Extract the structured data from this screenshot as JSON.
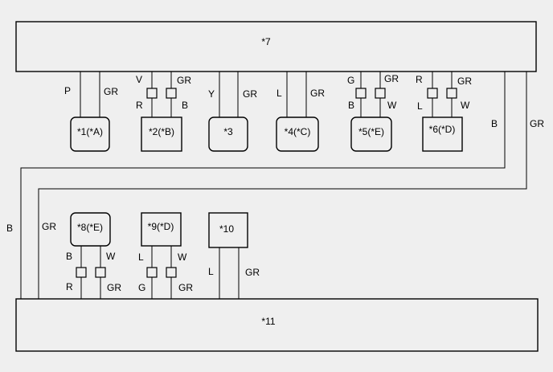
{
  "blocks": {
    "top": "*7",
    "bottom": "*11"
  },
  "components": [
    {
      "id": "c1",
      "label": "*1(*A)"
    },
    {
      "id": "c2",
      "label": "*2(*B)"
    },
    {
      "id": "c3",
      "label": "*3"
    },
    {
      "id": "c4",
      "label": "*4(*C)"
    },
    {
      "id": "c5",
      "label": "*5(*E)"
    },
    {
      "id": "c6",
      "label": "*6(*D)"
    },
    {
      "id": "c8",
      "label": "*8(*E)"
    },
    {
      "id": "c9",
      "label": "*9(*D)"
    },
    {
      "id": "c10",
      "label": "*10"
    }
  ],
  "wires": {
    "c1": {
      "left": "P",
      "right": "GR"
    },
    "c2": {
      "left_top": "V",
      "right_top": "GR",
      "left_bottom": "R",
      "right_bottom": "B"
    },
    "c3": {
      "left": "Y",
      "right": "GR"
    },
    "c4": {
      "left": "L",
      "right": "GR"
    },
    "c5": {
      "left_top": "G",
      "right_top": "GR",
      "left_bottom": "B",
      "right_bottom": "W"
    },
    "c6": {
      "left_top": "R",
      "right_top": "GR",
      "left_bottom": "L",
      "right_bottom": "W"
    },
    "c8": {
      "left_top": "B",
      "right_top": "W",
      "left_bottom": "R",
      "right_bottom": "GR"
    },
    "c9": {
      "left_top": "L",
      "right_top": "W",
      "left_bottom": "G",
      "right_bottom": "GR"
    },
    "c10": {
      "left": "L",
      "right": "GR"
    },
    "trunk_b_right": "B",
    "trunk_gr_right": "GR",
    "trunk_b_left": "B",
    "trunk_gr_left": "GR"
  }
}
